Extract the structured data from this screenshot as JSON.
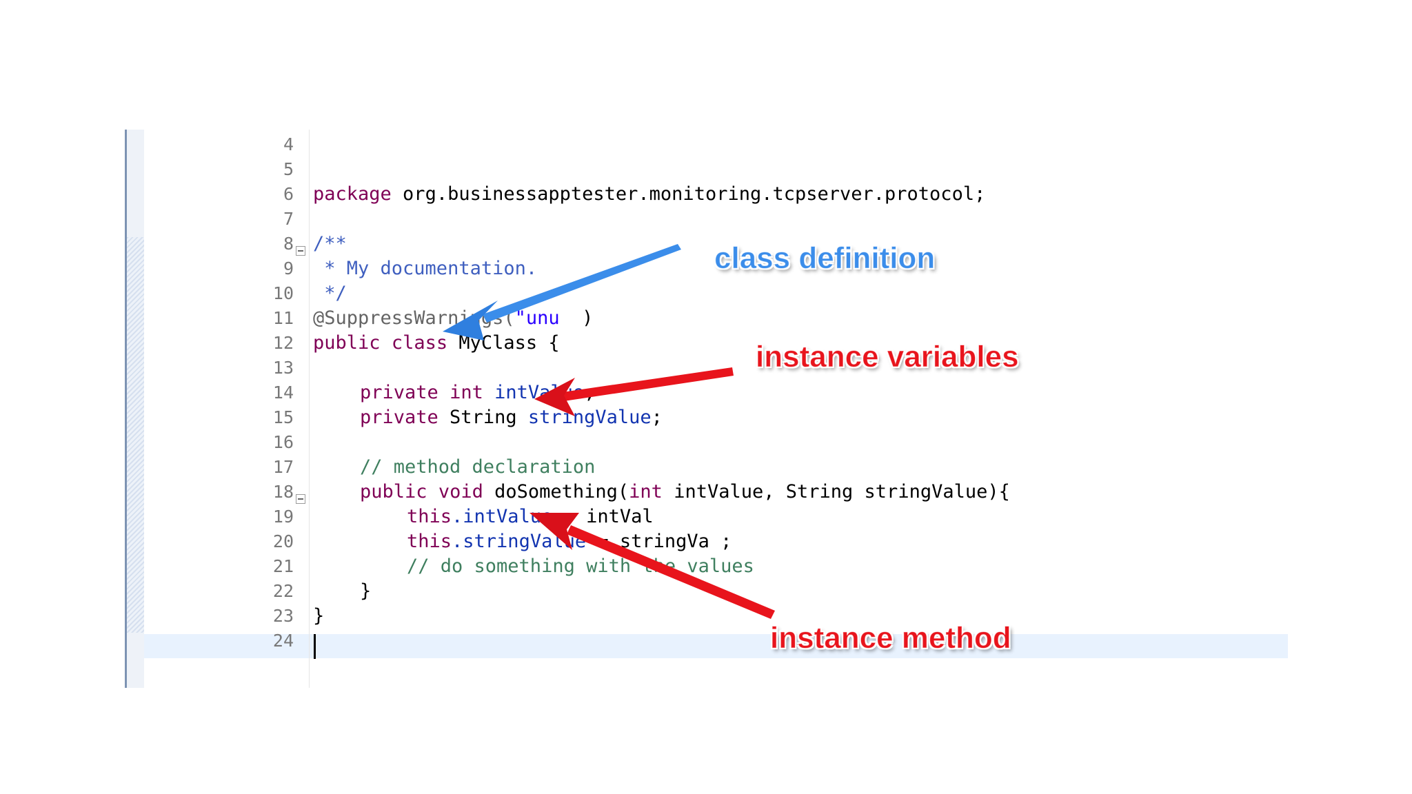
{
  "editor": {
    "line_numbers": [
      "4",
      "5",
      "6",
      "7",
      "8",
      "9",
      "10",
      "11",
      "12",
      "13",
      "14",
      "15",
      "16",
      "17",
      "18",
      "19",
      "20",
      "21",
      "22",
      "23",
      "24"
    ],
    "code": {
      "l6_kw": "package",
      "l6_rest": " org.businessapptester.monitoring.tcpserver.protocol;",
      "l8": "/**",
      "l9": " * My documentation.",
      "l10": " */",
      "l11_ann": "@SuppressWarnings(",
      "l11_str": "\"unu",
      "l11_end": "  )",
      "l12_kw1": "public",
      "l12_kw2": "class",
      "l12_rest": " MyClass {",
      "l14_kw1": "private",
      "l14_kw2": "int",
      "l14_field": "intValue",
      "l14_end": ";",
      "l15_kw": "private",
      "l15_type": " String ",
      "l15_field": "stringValue",
      "l15_end": ";",
      "l17": "// method declaration",
      "l18_kw1": "public",
      "l18_kw2": "void",
      "l18_mid": " doSomething(",
      "l18_kw3": "int",
      "l18_rest": " intValue, String stringValue){",
      "l19_kw": "this",
      "l19_field": ".intValue",
      "l19_rest": " = intVal",
      "l20_kw": "this",
      "l20_field": ".stringValue",
      "l20_rest": " = stringVa",
      "l20_end": " ;",
      "l21": "// do something with the values",
      "l22": "}",
      "l23": "}"
    }
  },
  "annotations": {
    "class_definition": "class definition",
    "instance_variables": "instance variables",
    "instance_method": "instance method"
  },
  "colors": {
    "keyword": "#7f0055",
    "field": "#1234b0",
    "javadoc": "#3f5fbf",
    "comment": "#3f7f5f",
    "string": "#2a00ff",
    "callout_blue": "#3b8dea",
    "callout_red": "#e8141c",
    "current_line": "#e8f2fe"
  }
}
